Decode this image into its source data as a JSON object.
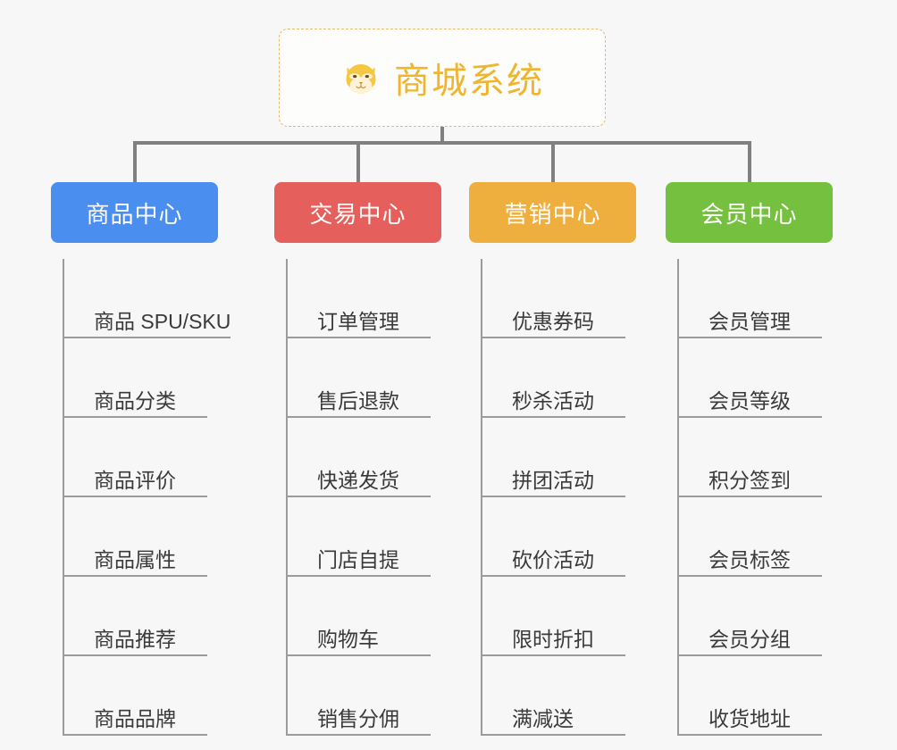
{
  "diagram": {
    "title": "商城系统",
    "type": "mindmap",
    "background_color": "#f7f7f7",
    "connector_color": "#808080",
    "leaf_line_color": "#9b9b9b",
    "root": {
      "label": "商城系统",
      "icon": "dog-face-icon",
      "text_color": "#f0b52e",
      "border_color": "#e8b96a",
      "border_style": "dashed",
      "background_color": "#fdfdfc"
    },
    "branches": [
      {
        "label": "商品中心",
        "color": "#4a8ef0",
        "text_color": "#ffffff",
        "items": [
          {
            "label": "商品 SPU/SKU"
          },
          {
            "label": "商品分类"
          },
          {
            "label": "商品评价"
          },
          {
            "label": "商品属性"
          },
          {
            "label": "商品推荐"
          },
          {
            "label": "商品品牌"
          }
        ]
      },
      {
        "label": "交易中心",
        "color": "#e55f5c",
        "text_color": "#ffffff",
        "items": [
          {
            "label": "订单管理"
          },
          {
            "label": "售后退款"
          },
          {
            "label": "快递发货"
          },
          {
            "label": "门店自提"
          },
          {
            "label": "购物车"
          },
          {
            "label": "销售分佣"
          }
        ]
      },
      {
        "label": "营销中心",
        "color": "#eeaf3e",
        "text_color": "#ffffff",
        "items": [
          {
            "label": "优惠券码"
          },
          {
            "label": "秒杀活动"
          },
          {
            "label": "拼团活动"
          },
          {
            "label": "砍价活动"
          },
          {
            "label": "限时折扣"
          },
          {
            "label": "满减送"
          }
        ]
      },
      {
        "label": "会员中心",
        "color": "#76c03f",
        "text_color": "#ffffff",
        "items": [
          {
            "label": "会员管理"
          },
          {
            "label": "会员等级"
          },
          {
            "label": "积分签到"
          },
          {
            "label": "会员标签"
          },
          {
            "label": "会员分组"
          },
          {
            "label": "收货地址"
          }
        ]
      }
    ]
  }
}
